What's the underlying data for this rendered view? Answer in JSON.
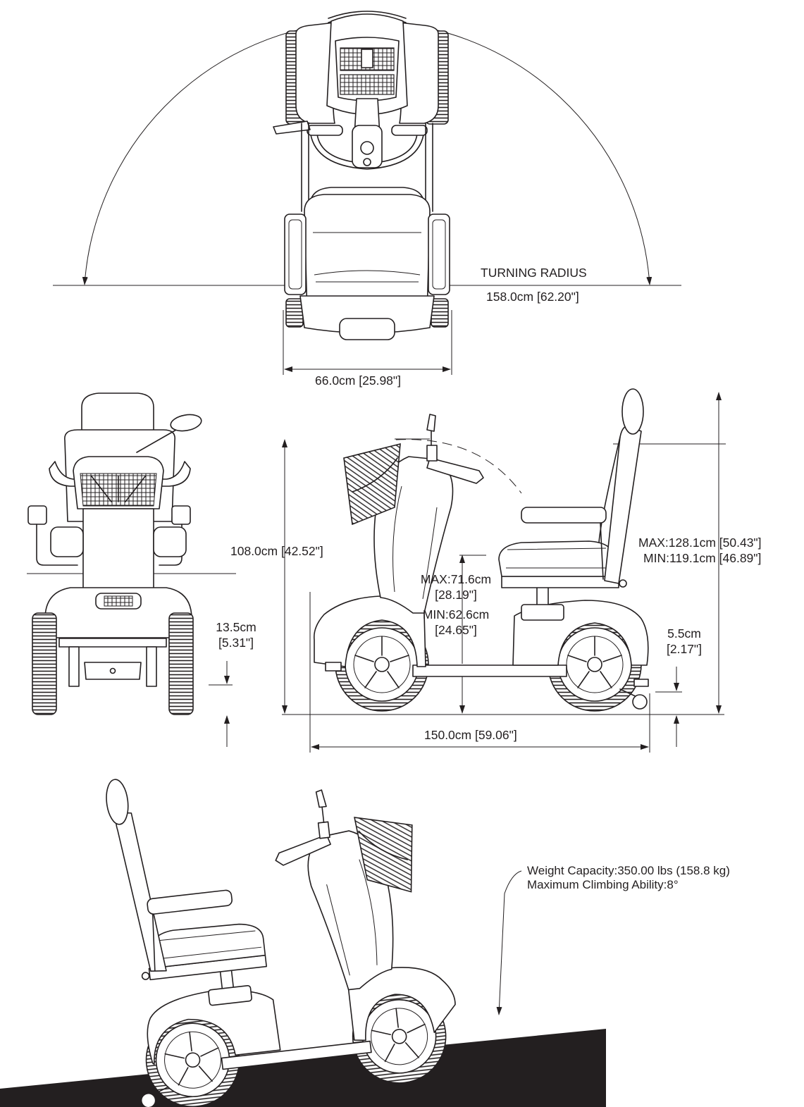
{
  "dimensions": {
    "turning_radius_label": "TURNING RADIUS",
    "turning_radius_value": "158.0cm [62.20\"]",
    "overall_width": "66.0cm [25.98\"]",
    "overall_height": "108.0cm [42.52\"]",
    "seat_height_max_line1": "MAX:71.6cm",
    "seat_height_max_line2": "[28.19\"]",
    "seat_height_min_line1": "MIN:62.6cm",
    "seat_height_min_line2": "[24.65\"]",
    "total_height_max": "MAX:128.1cm [50.43\"]",
    "total_height_min": "MIN:119.1cm [46.89\"]",
    "ground_clearance_line1": "13.5cm",
    "ground_clearance_line2": "[5.31\"]",
    "rear_clearance_line1": "5.5cm",
    "rear_clearance_line2": "[2.17\"]",
    "overall_length": "150.0cm [59.06\"]"
  },
  "specs": {
    "weight_capacity": "Weight Capacity:350.00 lbs (158.8 kg)",
    "climbing_ability": "Maximum Climbing Ability:8°"
  }
}
